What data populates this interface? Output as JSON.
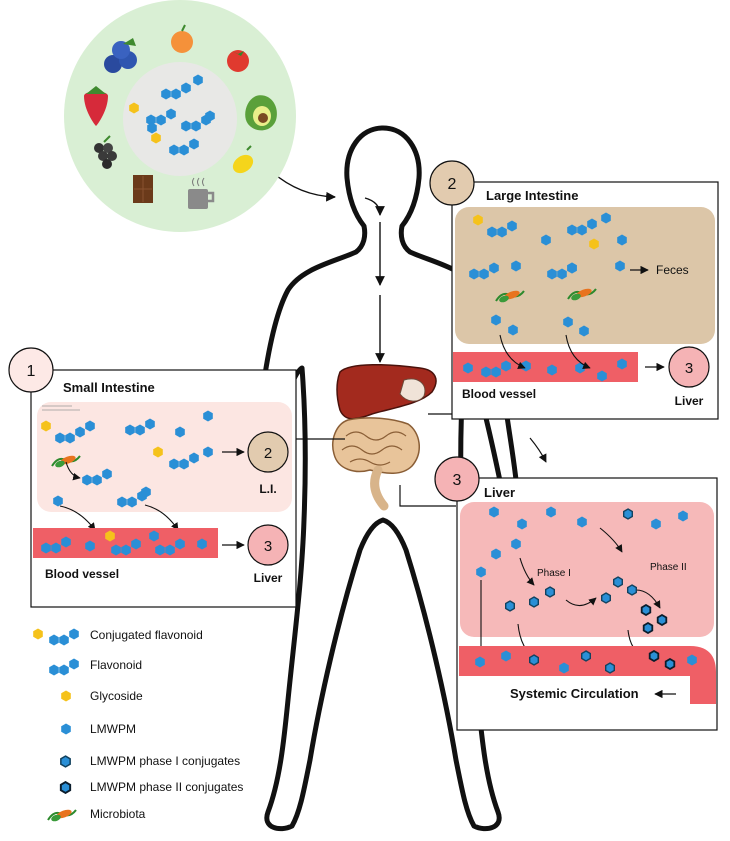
{
  "small_intestine": {
    "step": "1",
    "title": "Small Intestine",
    "blood_vessel": "Blood vessel",
    "next_step": "2",
    "next_label": "L.I.",
    "liver_step": "3",
    "liver_label": "Liver"
  },
  "large_intestine": {
    "step": "2",
    "title": "Large Intestine",
    "feces": "Feces",
    "blood_vessel": "Blood vessel",
    "liver_step": "3",
    "liver_label": "Liver"
  },
  "liver": {
    "step": "3",
    "title": "Liver",
    "phase1": "Phase I",
    "phase2": "Phase II",
    "systemic": "Systemic Circulation"
  },
  "legend": [
    {
      "key": "conjugated",
      "label": "Conjugated flavonoid"
    },
    {
      "key": "flavonoid",
      "label": "Flavonoid"
    },
    {
      "key": "glycoside",
      "label": "Glycoside"
    },
    {
      "key": "lmwpm",
      "label": "LMWPM"
    },
    {
      "key": "phase1",
      "label": "LMWPM phase I conjugates"
    },
    {
      "key": "phase2",
      "label": "LMWPM phase II conjugates"
    },
    {
      "key": "microbiota",
      "label": "Microbiota"
    }
  ],
  "colors": {
    "flavonoid": "#2a8fd6",
    "glycoside": "#f5c21b",
    "vessel": "#ef5f66",
    "si_bg": "#fce6e2",
    "li_bg": "#dcc6a8",
    "liver_bg": "#f6b9b9",
    "food_plate": "#d9efd4",
    "step_badge_1": "#fde9e6",
    "step_badge_2": "#e2cbaf",
    "step_badge_3": "#f5b3b5"
  },
  "icons": [
    "blueberry-icon",
    "orange-icon",
    "tomato-icon",
    "strawberry-icon",
    "avocado-icon",
    "grapes-icon",
    "chocolate-icon",
    "coffee-icon",
    "lemon-icon",
    "human-body-icon",
    "liver-organ-icon",
    "intestine-organ-icon"
  ]
}
